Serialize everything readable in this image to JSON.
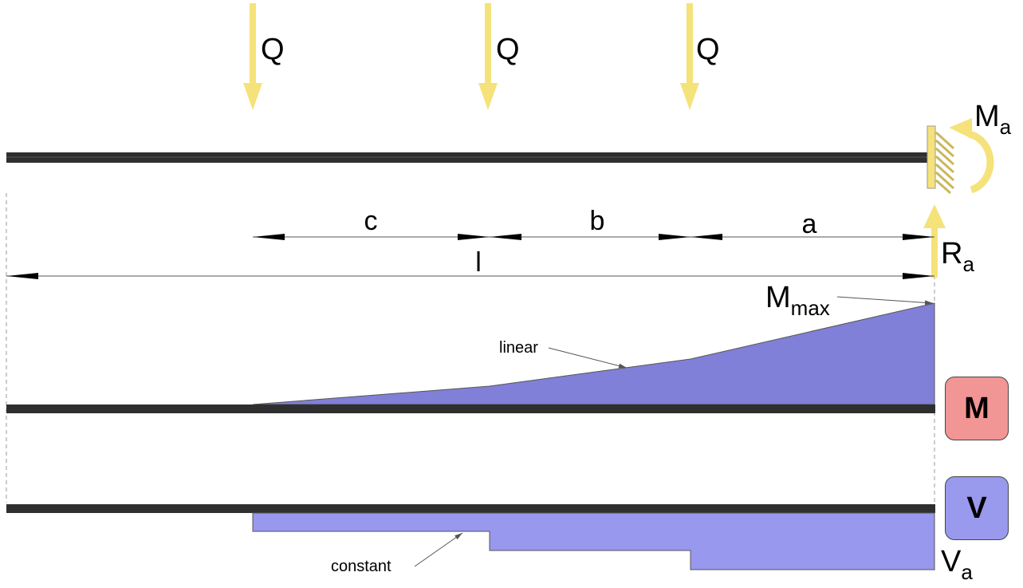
{
  "loads": [
    {
      "label": "Q"
    },
    {
      "label": "Q"
    },
    {
      "label": "Q"
    }
  ],
  "support": {
    "moment_label": "M",
    "moment_sub": "a",
    "reaction_label": "R",
    "reaction_sub": "a"
  },
  "dimensions": {
    "c": "c",
    "b": "b",
    "a": "a",
    "l": "l"
  },
  "moment_diagram": {
    "max_label": "M",
    "max_sub": "max",
    "note": "linear",
    "badge": "M",
    "badge_color": "#f29595"
  },
  "shear_diagram": {
    "note": "constant",
    "end_label": "V",
    "end_sub": "a",
    "badge": "V",
    "badge_color": "#9999ee"
  },
  "colors": {
    "arrow": "#f5e27a",
    "beam": "#2f2f2f",
    "moment_fill": "#8080d8",
    "shear_fill": "#9898ee"
  }
}
